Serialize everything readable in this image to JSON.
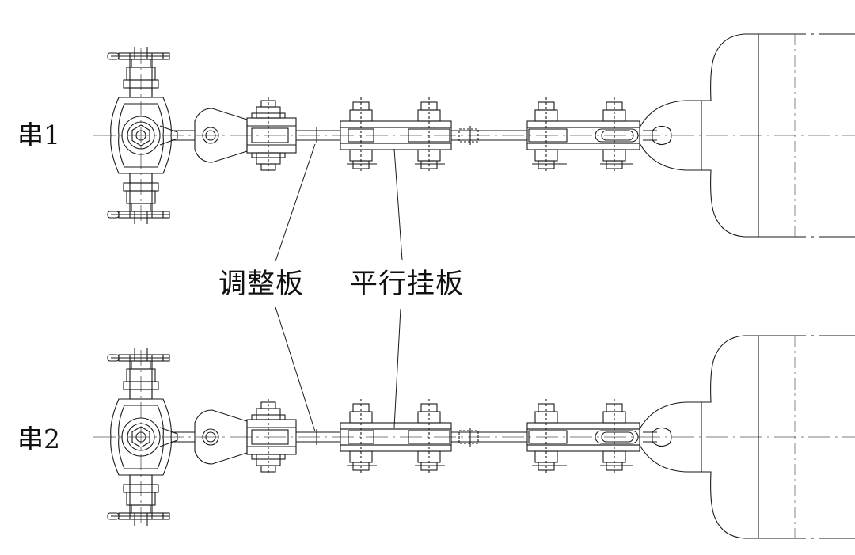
{
  "strings": [
    {
      "label": "串1"
    },
    {
      "label": "串2"
    }
  ],
  "callouts": {
    "adjusting_plate": "调整板",
    "parallel_hanging_plate": "平行挂板"
  },
  "colors": {
    "line": "#1a1a1a",
    "centerline": "#555555",
    "background": "#ffffff"
  }
}
